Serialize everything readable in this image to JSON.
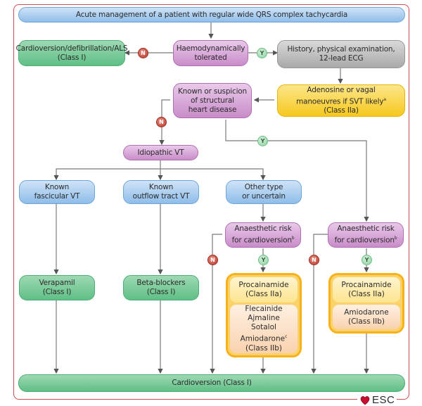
{
  "title": "Acute management of a patient with regular wide QRS complex tachycardia",
  "nodes": {
    "cardioversion_als": {
      "line1": "Cardioversion/defibrillation/ALS",
      "line2": "(Class I)"
    },
    "haemodynamically": {
      "line1": "Haemodynamically",
      "line2": "tolerated"
    },
    "history": {
      "line1": "History, physical examination,",
      "line2": "12-lead ECG"
    },
    "structural": {
      "line1": "Known or suspicion",
      "line2": "of structural",
      "line3": "heart disease"
    },
    "adenosine": {
      "line1": "Adenosine or vagal",
      "line2": "manoeuvres if SVT likely",
      "sup": "a",
      "line3": "(Class IIa)"
    },
    "idiopathic": {
      "label": "Idiopathic VT"
    },
    "fascicular": {
      "line1": "Known",
      "line2": "fascicular VT"
    },
    "outflow": {
      "line1": "Known",
      "line2": "outflow tract VT"
    },
    "other": {
      "line1": "Other type",
      "line2": "or uncertain"
    },
    "anaesthetic_left": {
      "line1": "Anaesthetic risk",
      "line2": "for cardioversion",
      "sup": "b"
    },
    "anaesthetic_right": {
      "line1": "Anaesthetic risk",
      "line2": "for cardioversion",
      "sup": "b"
    },
    "verapamil": {
      "line1": "Verapamil",
      "line2": "(Class I)"
    },
    "betablockers": {
      "line1": "Beta-blockers",
      "line2": "(Class I)"
    },
    "drugs_left": {
      "top": {
        "line1": "Procainamide",
        "line2": "(Class IIa)"
      },
      "bottom": {
        "line1": "Flecainide",
        "line2": "Ajmaline",
        "line3": "Sotalol",
        "line4": "Amiodarone",
        "sup": "c",
        "line5": "(Class IIb)"
      }
    },
    "drugs_right": {
      "top": {
        "line1": "Procainamide",
        "line2": "(Class IIa)"
      },
      "bottom": {
        "line1": "Amiodarone",
        "line2": "(Class IIb)"
      }
    },
    "cardioversion_final": {
      "label": "Cardioversion (Class I)"
    }
  },
  "badges": {
    "no": "N",
    "yes": "Y"
  },
  "logo": {
    "text": "ESC",
    "icon": "heart-icon"
  },
  "colors": {
    "frame": "#d04a55",
    "blue": "#8fbde9",
    "green": "#5fbf85",
    "purple": "#c98cc9",
    "grey": "#a9a9a9",
    "yellow": "#f6c81e",
    "orange": "#f7b21a",
    "no_badge": "#b83a2e",
    "yes_badge": "#89cf9d"
  }
}
